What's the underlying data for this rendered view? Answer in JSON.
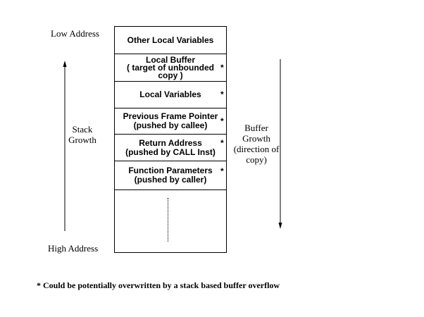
{
  "labels": {
    "low_address": "Low Address",
    "high_address": "High Address",
    "stack_growth_line1": "Stack",
    "stack_growth_line2": "Growth",
    "buffer_growth_line1": "Buffer",
    "buffer_growth_line2": "Growth",
    "buffer_growth_line3": "(direction of",
    "buffer_growth_line4": "copy)"
  },
  "stack_cells": [
    {
      "line1": "Other Local Variables",
      "line2": "",
      "star": false
    },
    {
      "line1": "Local Buffer",
      "line2": "( target of unbounded",
      "line3": "copy )",
      "star": true
    },
    {
      "line1": "Local Variables",
      "line2": "",
      "star": true
    },
    {
      "line1": "Previous Frame Pointer",
      "line2": "(pushed by callee)",
      "star": true
    },
    {
      "line1": "Return Address",
      "line2": "(pushed by CALL Inst)",
      "star": true
    },
    {
      "line1": "Function Parameters",
      "line2": "(pushed by caller)",
      "star": true
    }
  ],
  "star_symbol": "*",
  "footnote": "* Could be potentially overwritten by a stack based buffer overflow"
}
